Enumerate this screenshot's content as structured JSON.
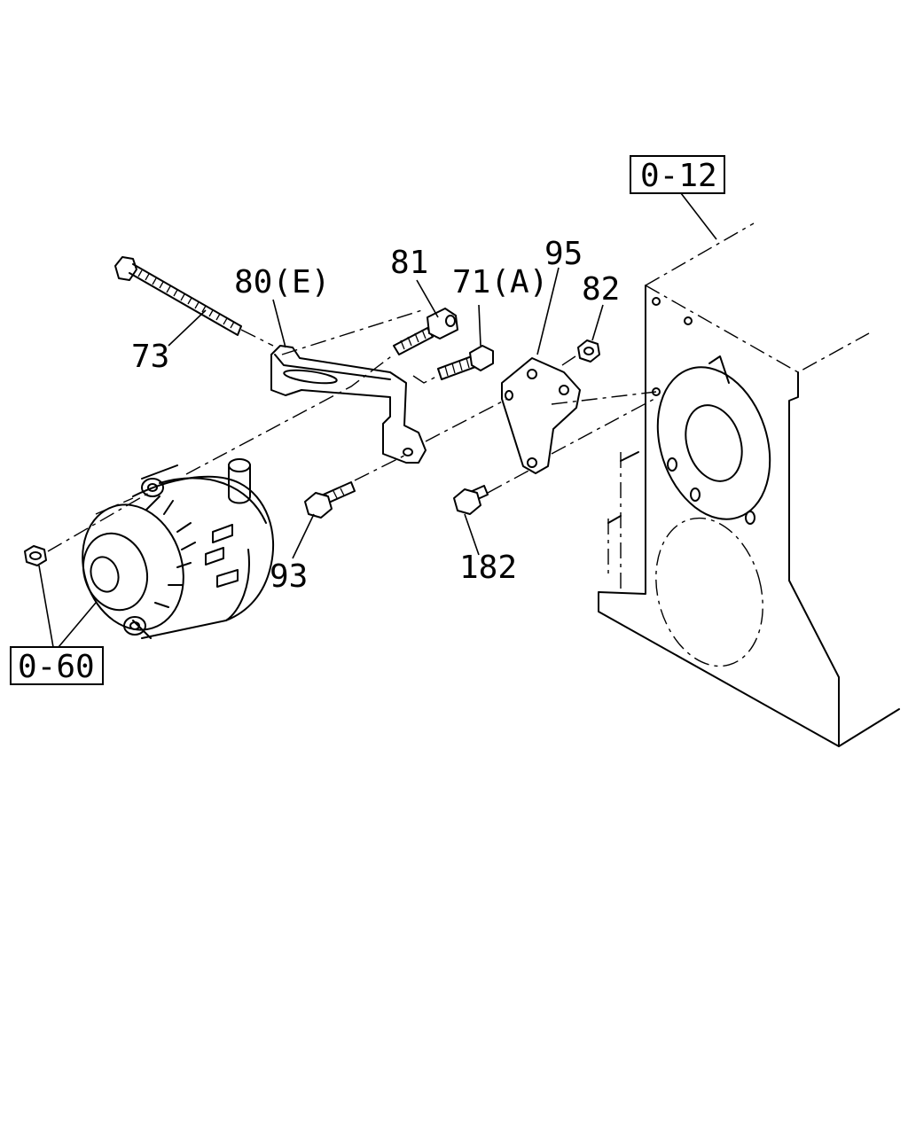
{
  "callouts": {
    "c73": "73",
    "c80": "80(E)",
    "c81": "81",
    "c71": "71(A)",
    "c95": "95",
    "c82": "82",
    "c93": "93",
    "c182": "182"
  },
  "references": {
    "engine_block": "0-12",
    "alternator": "0-60"
  }
}
